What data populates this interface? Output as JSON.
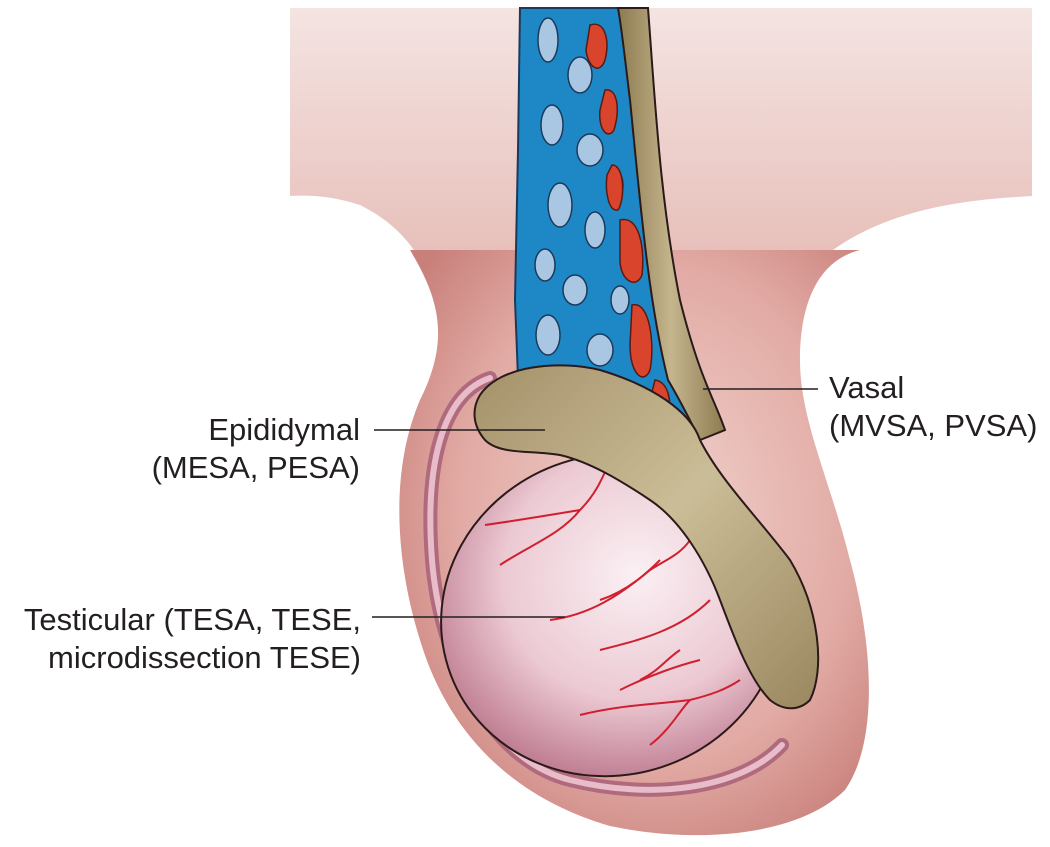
{
  "labels": {
    "vasal": {
      "line1": "Vasal",
      "line2": "(MVSA, PVSA)"
    },
    "epididymal": {
      "line1": "Epididymal",
      "line2": "(MESA, PESA)"
    },
    "testicular": {
      "line1": "Testicular (TESA, TESE,",
      "line2": "microdissection TESE)"
    }
  },
  "colors": {
    "skin": "#e4b7b0",
    "skin_dark": "#c97f7b",
    "cord_vein": "#1e88c7",
    "artery": "#d9452c",
    "vas_deferens": "#a89668",
    "testis": "#efd4dc",
    "testis_vessel": "#d02030",
    "leader_line": "#231f20"
  },
  "icons": {
    "illustration": "scrotal-anatomy-illustration"
  }
}
